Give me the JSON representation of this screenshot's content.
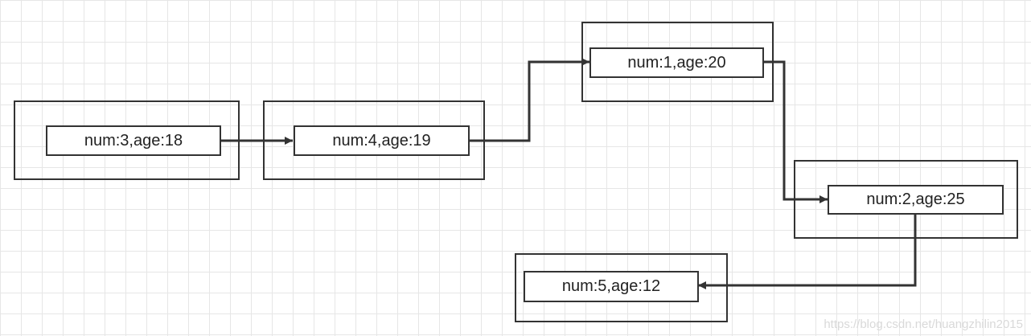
{
  "diagram": {
    "nodes": [
      {
        "id": "n1",
        "label": "num:3,age:18"
      },
      {
        "id": "n2",
        "label": "num:4,age:19"
      },
      {
        "id": "n3",
        "label": "num:1,age:20"
      },
      {
        "id": "n4",
        "label": "num:2,age:25"
      },
      {
        "id": "n5",
        "label": "num:5,age:12"
      }
    ],
    "edges": [
      {
        "from": "n1",
        "to": "n2"
      },
      {
        "from": "n2",
        "to": "n3"
      },
      {
        "from": "n3",
        "to": "n4"
      },
      {
        "from": "n4",
        "to": "n5"
      }
    ],
    "colors": {
      "stroke": "#333333",
      "grid": "#e6e6e6",
      "background": "#ffffff"
    }
  },
  "watermark": "https://blog.csdn.net/huangzhilin2015"
}
